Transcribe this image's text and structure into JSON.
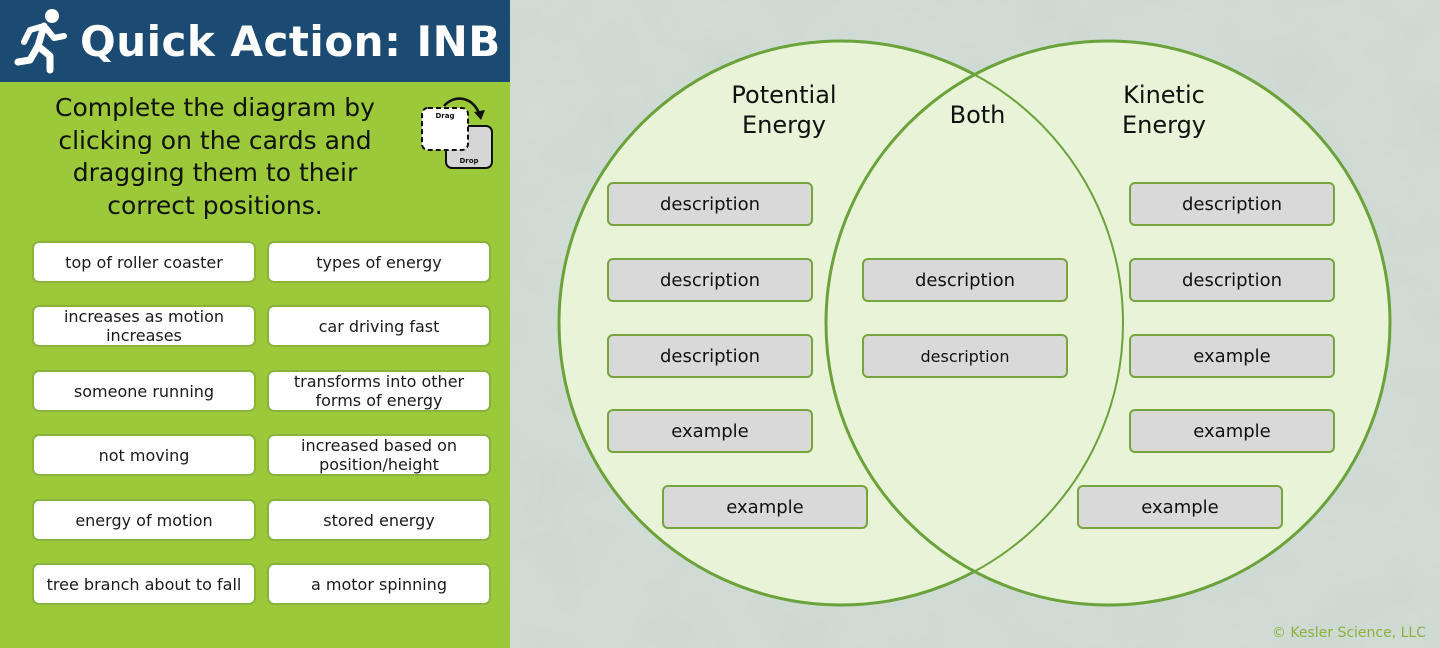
{
  "header": {
    "title": "Quick Action: INB",
    "icon": "running-person-icon"
  },
  "instructions": "Complete the diagram by clicking on the cards and dragging them to their correct positions.",
  "drag_drop_hint": {
    "drag_label": "Drag",
    "drop_label": "Drop"
  },
  "cards": [
    "top of roller coaster",
    "types of energy",
    "increases as motion increases",
    "car driving fast",
    "someone running",
    "transforms into other forms of energy",
    "not moving",
    "increased based on position/height",
    "energy of motion",
    "stored energy",
    "tree branch about to fall",
    "a motor spinning"
  ],
  "venn": {
    "left_label": "Potential Energy",
    "center_label": "Both",
    "right_label": "Kinetic Energy",
    "left_slots": [
      "description",
      "description",
      "description",
      "example",
      "example"
    ],
    "center_slots": [
      "description",
      "description"
    ],
    "right_slots": [
      "description",
      "description",
      "example",
      "example",
      "example"
    ]
  },
  "copyright": "© Kesler Science, LLC",
  "colors": {
    "header_bg": "#1b4a72",
    "panel_green": "#9bc93a",
    "circle_fill": "#e8f3d8",
    "circle_stroke": "#6aa33a",
    "slot_fill": "#d9d9d9"
  }
}
